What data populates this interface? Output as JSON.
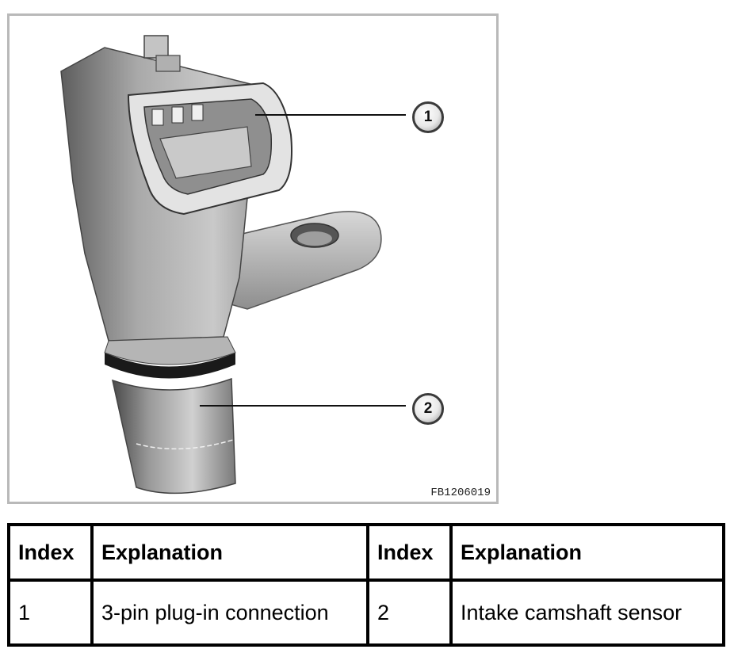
{
  "figure": {
    "code": "FB1206019",
    "callouts": [
      {
        "label": "1"
      },
      {
        "label": "2"
      }
    ],
    "icons": [
      "camshaft-sensor-illustration"
    ]
  },
  "legend_table": {
    "headers": [
      "Index",
      "Explanation",
      "Index",
      "Explanation"
    ],
    "rows": [
      [
        "1",
        "3-pin plug-in connection",
        "2",
        "Intake camshaft sensor"
      ]
    ]
  }
}
